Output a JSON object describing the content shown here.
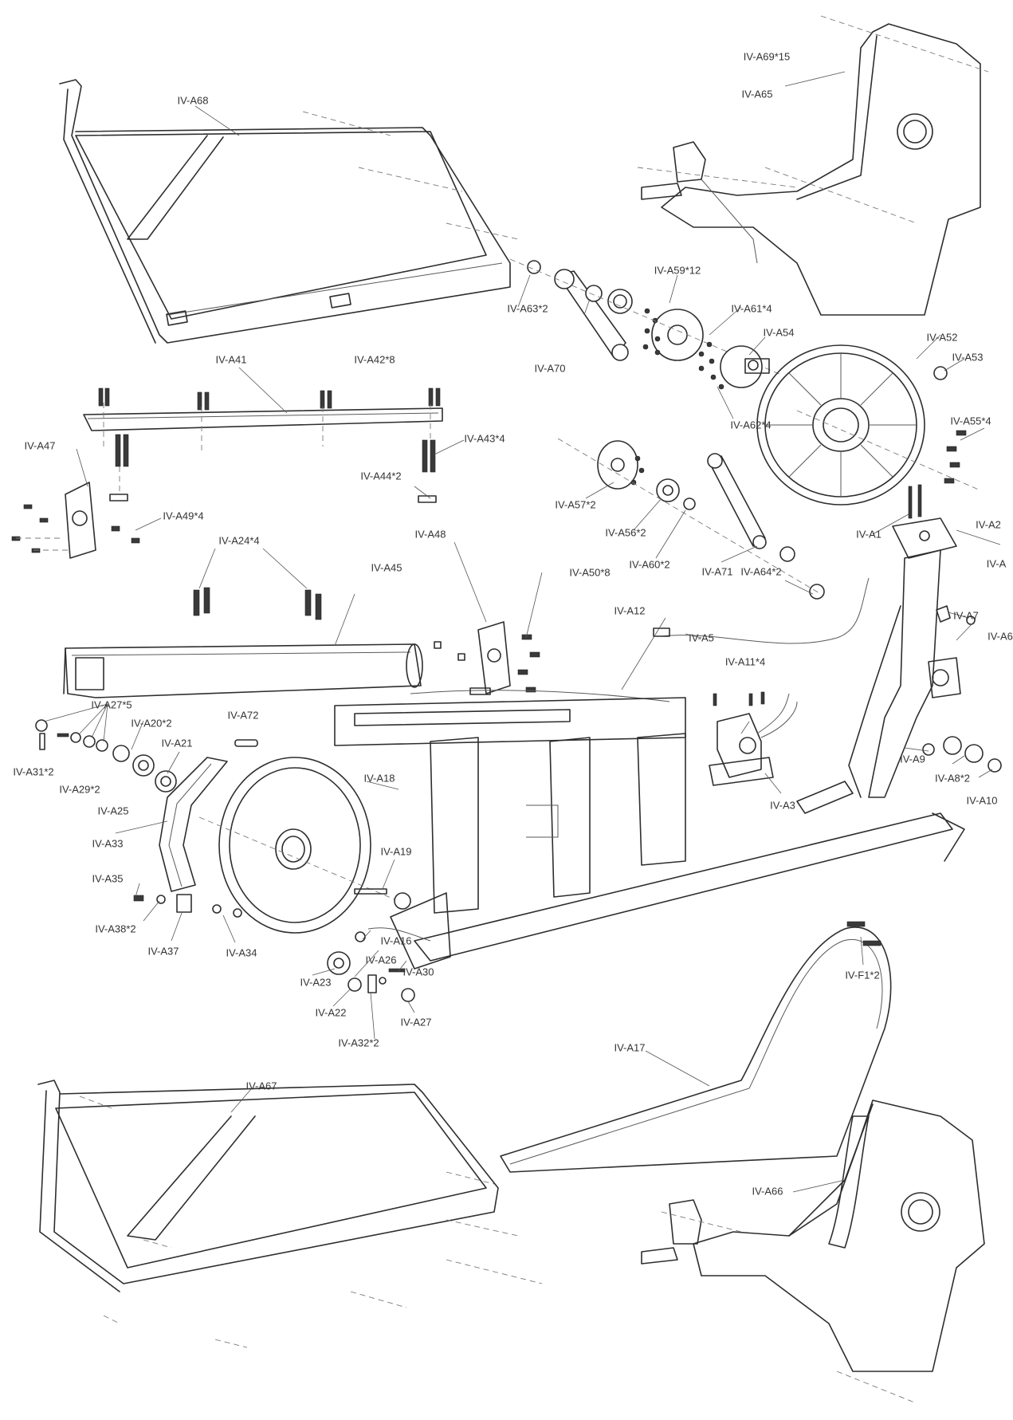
{
  "labels": {
    "a68": "IV-A68",
    "a69": "IV-A69*15",
    "a65": "IV-A65",
    "a41": "IV-A41",
    "a42": "IV-A42*8",
    "a43": "IV-A43*4",
    "a44": "IV-A44*2",
    "a47": "IV-A47",
    "a49": "IV-A49*4",
    "a24": "IV-A24*4",
    "a45": "IV-A45",
    "a48": "IV-A48",
    "a50": "IV-A50*8",
    "a63": "IV-A63*2",
    "a70": "IV-A70",
    "a59": "IV-A59*12",
    "a61": "IV-A61*4",
    "a54": "IV-A54",
    "a62": "IV-A62*4",
    "a52": "IV-A52",
    "a53": "IV-A53",
    "a55": "IV-A55*4",
    "a57": "IV-A57*2",
    "a56": "IV-A56*2",
    "a60": "IV-A60*2",
    "a71": "IV-A71",
    "a64": "IV-A64*2",
    "a1": "IV-A1",
    "a2": "IV-A2",
    "a": "IV-A",
    "a7": "IV-A7",
    "a6": "IV-A6",
    "a5": "IV-A5",
    "a12": "IV-A12",
    "a11": "IV-A11*4",
    "a27x5": "IV-A27*5",
    "a20": "IV-A20*2",
    "a72": "IV-A72",
    "a21": "IV-A21",
    "a31": "IV-A31*2",
    "a29": "IV-A29*2",
    "a25": "IV-A25",
    "a33": "IV-A33",
    "a18": "IV-A18",
    "a19": "IV-A19",
    "a35": "IV-A35",
    "a38": "IV-A38*2",
    "a37": "IV-A37",
    "a34": "IV-A34",
    "a16": "IV-A16",
    "a26": "IV-A26",
    "a30": "IV-A30",
    "a23": "IV-A23",
    "a22": "IV-A22",
    "a27": "IV-A27",
    "a32": "IV-A32*2",
    "a3": "IV-A3",
    "a9": "IV-A9",
    "a8": "IV-A8*2",
    "a10": "IV-A10",
    "f1": "IV-F1*2",
    "a17": "IV-A17",
    "a67": "IV-A67",
    "a66": "IV-A66"
  }
}
